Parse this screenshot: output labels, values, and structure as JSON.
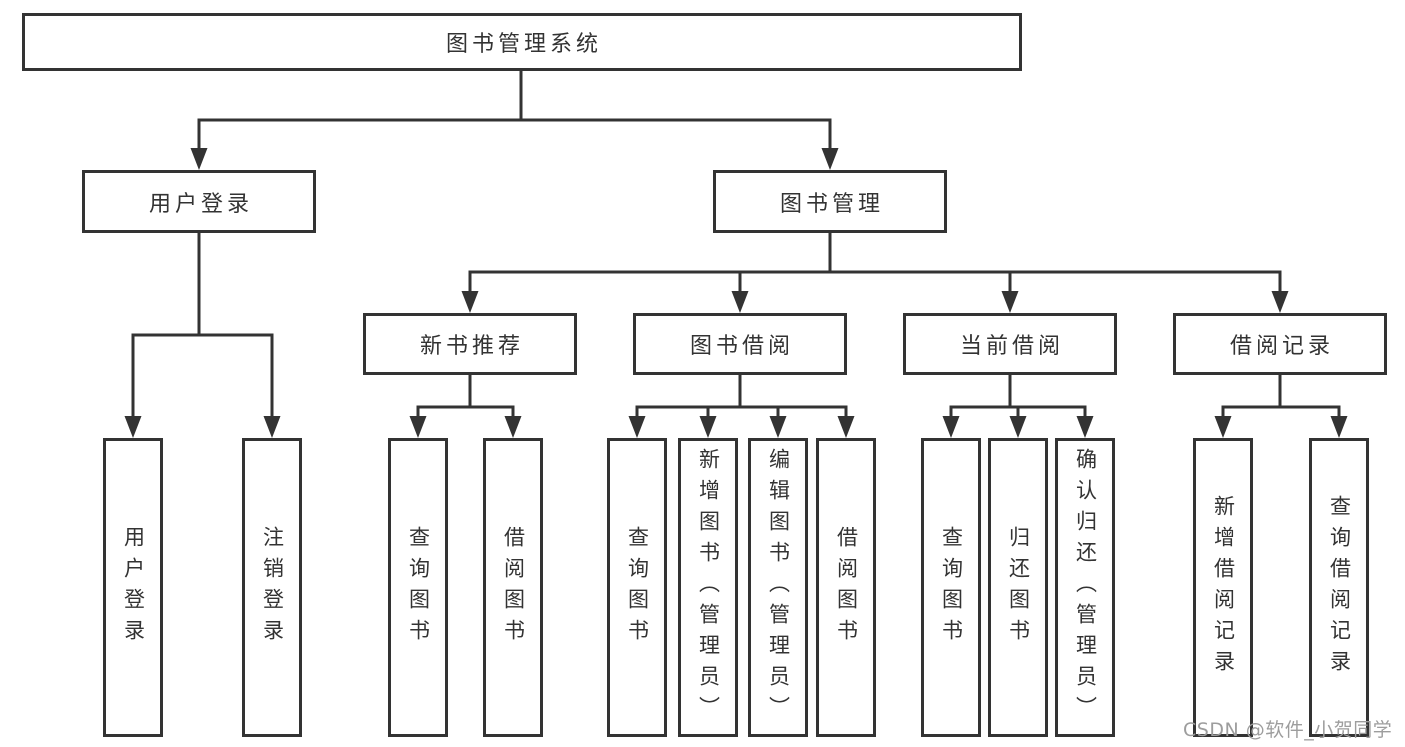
{
  "tree": {
    "root": {
      "label": "图书管理系统",
      "children": [
        {
          "label": "用户登录",
          "children": [
            {
              "label": "用户登录"
            },
            {
              "label": "注销登录"
            }
          ]
        },
        {
          "label": "图书管理",
          "children": [
            {
              "label": "新书推荐",
              "children": [
                {
                  "label": "查询图书"
                },
                {
                  "label": "借阅图书"
                }
              ]
            },
            {
              "label": "图书借阅",
              "children": [
                {
                  "label": "查询图书"
                },
                {
                  "label": "新增图书（管理员）"
                },
                {
                  "label": "编辑图书（管理员）"
                },
                {
                  "label": "借阅图书"
                }
              ]
            },
            {
              "label": "当前借阅",
              "children": [
                {
                  "label": "查询图书"
                },
                {
                  "label": "归还图书"
                },
                {
                  "label": "确认归还（管理员）"
                }
              ]
            },
            {
              "label": "借阅记录",
              "children": [
                {
                  "label": "新增借阅记录"
                },
                {
                  "label": "查询借阅记录"
                }
              ]
            }
          ]
        }
      ]
    }
  },
  "watermark": {
    "text": "CSDN @软件_小贺同学"
  },
  "colors": {
    "line": "#333333",
    "text": "#333333",
    "box_fill": "#ffffff",
    "watermark": "#9d9d9d",
    "background": "#ffffff"
  }
}
